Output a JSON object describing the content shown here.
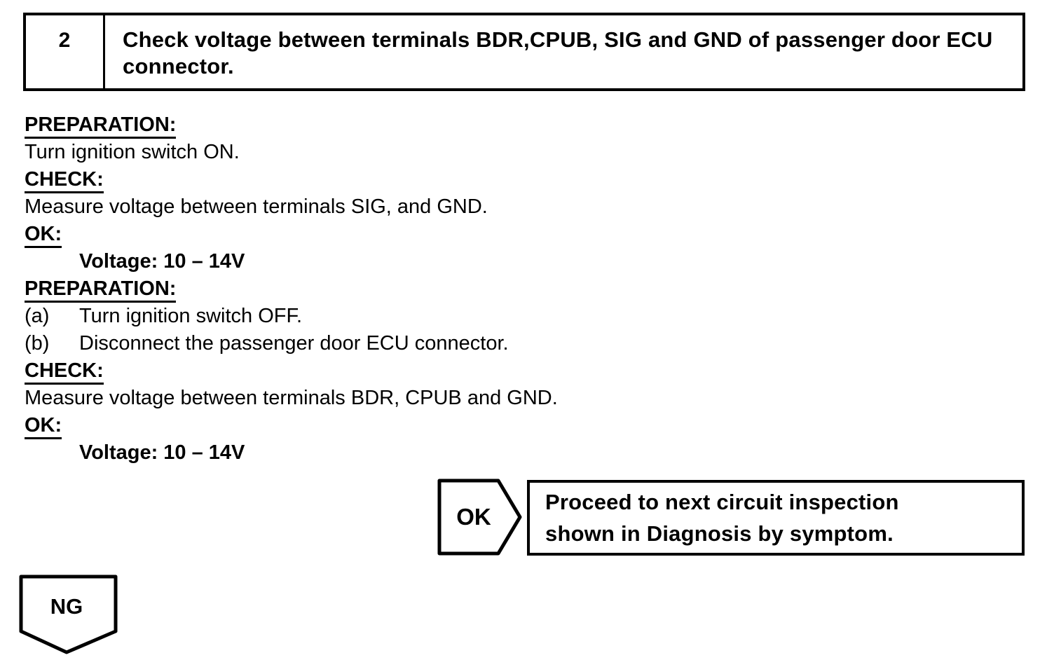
{
  "colors": {
    "ink": "#000000",
    "paper": "#ffffff"
  },
  "header": {
    "step_number": "2",
    "title": "Check voltage between terminals BDR,CPUB, SIG and GND of passenger door ECU connector."
  },
  "procedure": [
    {
      "type": "heading",
      "text": "PREPARATION:"
    },
    {
      "type": "text",
      "text": "Turn ignition switch ON."
    },
    {
      "type": "heading",
      "text": "CHECK:"
    },
    {
      "type": "text",
      "text": "Measure voltage between terminals SIG, and GND."
    },
    {
      "type": "heading",
      "text": "OK:"
    },
    {
      "type": "spec",
      "text": "Voltage: 10 – 14V"
    },
    {
      "type": "heading",
      "text": "PREPARATION:"
    },
    {
      "type": "lettered",
      "label": "(a)",
      "text": "Turn ignition switch OFF."
    },
    {
      "type": "lettered",
      "label": "(b)",
      "text": "Disconnect the passenger door ECU connector."
    },
    {
      "type": "heading",
      "text": "CHECK:"
    },
    {
      "type": "text",
      "text": "Measure voltage between terminals BDR, CPUB and GND."
    },
    {
      "type": "heading",
      "text": "OK:"
    },
    {
      "type": "spec",
      "text": "Voltage: 10 – 14V"
    }
  ],
  "flow": {
    "ok_label": "OK",
    "ok_result_line1": "Proceed to next circuit inspection",
    "ok_result_line2": "shown in Diagnosis by symptom.",
    "ng_label": "NG"
  }
}
